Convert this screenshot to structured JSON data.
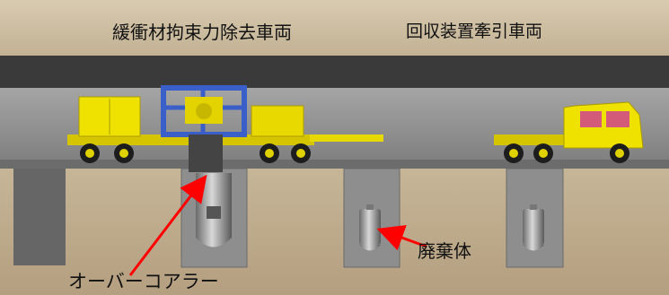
{
  "labels": {
    "left_vehicle": "緩衝材拘束力除去車両",
    "right_vehicle": "回収装置牽引車両",
    "overpack": "オーバーコアラー",
    "waste_body": "廃棄体"
  },
  "colors": {
    "wall": "#c9b99c",
    "ceiling_band": "#3c3c3c",
    "road": "#8f8f8f",
    "rock": "#bdaa8c",
    "pit": "#8d8d8d",
    "vehicle_yellow": "#f0e000",
    "frame_blue": "#3a5fc8",
    "arrow_red": "#ff0000"
  }
}
